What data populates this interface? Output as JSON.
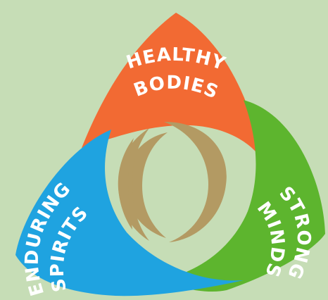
{
  "colors": {
    "background": "#c2dbb0",
    "healthy_bodies": "#f26a33",
    "strong_minds": "#5db52e",
    "enduring_spirits": "#1fa3e0",
    "emblem": "#b39a63",
    "text": "#ffffff"
  },
  "petals": {
    "healthy_bodies": {
      "line1": "HEALTHY",
      "line2": "BODIES"
    },
    "strong_minds": {
      "line1": "STRONG",
      "line2": "MINDS"
    },
    "enduring_spirits": {
      "line1": "ENDURING",
      "line2": "SPIRITS"
    }
  },
  "emblem": {
    "icon": "stylized-c-emblem-icon"
  }
}
